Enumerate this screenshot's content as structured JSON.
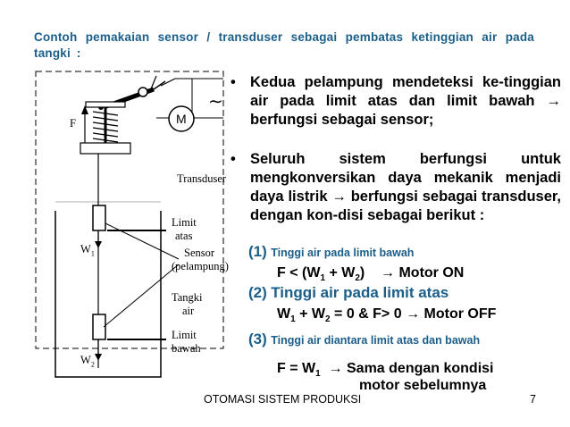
{
  "title": "Contoh pemakaian sensor / transduser sebagai pembatas ketinggian air pada tangki :",
  "bullets": [
    "Kedua pelampung mendeteksi ke-tinggian air pada limit atas dan limit bawah → berfungsi sebagai sensor;",
    "Seluruh sistem berfungsi untuk mengkonversikan daya mekanik menjadi daya listrik → berfungsi sebagai transduser, dengan kon-disi sebagai berikut :"
  ],
  "conditions": [
    {
      "num": "(1)",
      "label": "Tinggi air pada limit bawah",
      "eq": "F < (W1 + W2)  → Motor ON"
    },
    {
      "num": "(2)",
      "label": "Tinggi air pada limit atas",
      "eq": "W1 + W2 = 0 & F> 0 → Motor OFF"
    },
    {
      "num": "(3)",
      "label": "Tinggi air diantara limit atas dan bawah",
      "eq": "F = W1 → Sama dengan kondisi motor sebelumnya"
    }
  ],
  "diagram": {
    "motor": "M",
    "ac_symbol": "∼",
    "force": "F",
    "transducer": "Transduser",
    "limit_top": [
      "Limit",
      "atas"
    ],
    "sensor": [
      "Sensor",
      "(pelampung)"
    ],
    "tank": [
      "Tangki",
      "air"
    ],
    "limit_bottom": [
      "Limit",
      "bawah"
    ],
    "w1": "W",
    "w1_sub": "1",
    "w2": "W",
    "w2_sub": "2"
  },
  "footer": "OTOMASI SISTEM PRODUKSI",
  "page_number": "7"
}
